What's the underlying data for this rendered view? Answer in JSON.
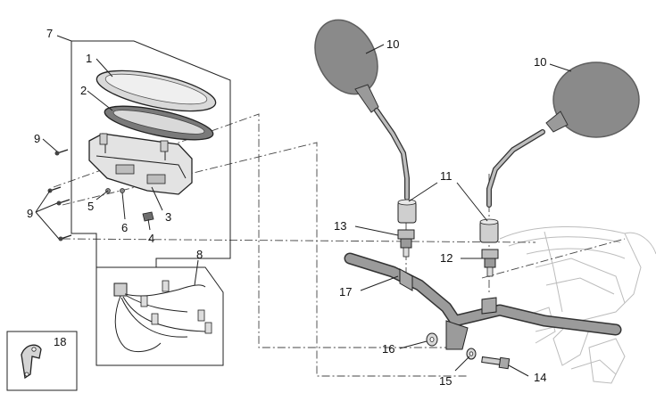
{
  "diagram": {
    "callouts": {
      "c1": "1",
      "c2": "2",
      "c3": "3",
      "c4": "4",
      "c5": "5",
      "c6": "6",
      "c7": "7",
      "c8": "8",
      "c9a": "9",
      "c9b": "9",
      "c10a": "10",
      "c10b": "10",
      "c11": "11",
      "c12": "12",
      "c13": "13",
      "c14": "14",
      "c15": "15",
      "c16": "16",
      "c17": "17",
      "c18": "18"
    },
    "colors": {
      "mirror_glass": "#8a8a8a",
      "mirror_rim": "#5f5f5f",
      "handlebar": "#9b9b9b",
      "line": "#222222",
      "ghost_frame": "#bcbcbc"
    }
  }
}
